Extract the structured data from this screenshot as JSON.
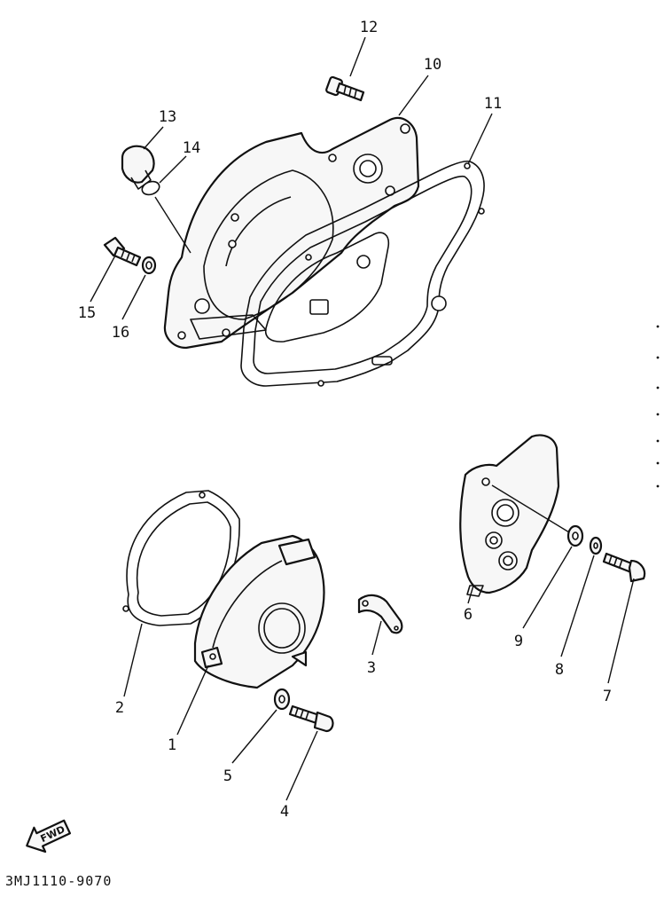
{
  "diagram": {
    "drawing_code": "3MJ1110-9070",
    "fwd_label": "FWD",
    "callouts": [
      "1",
      "2",
      "3",
      "4",
      "5",
      "6",
      "7",
      "8",
      "9",
      "10",
      "11",
      "12",
      "13",
      "14",
      "15",
      "16"
    ]
  }
}
